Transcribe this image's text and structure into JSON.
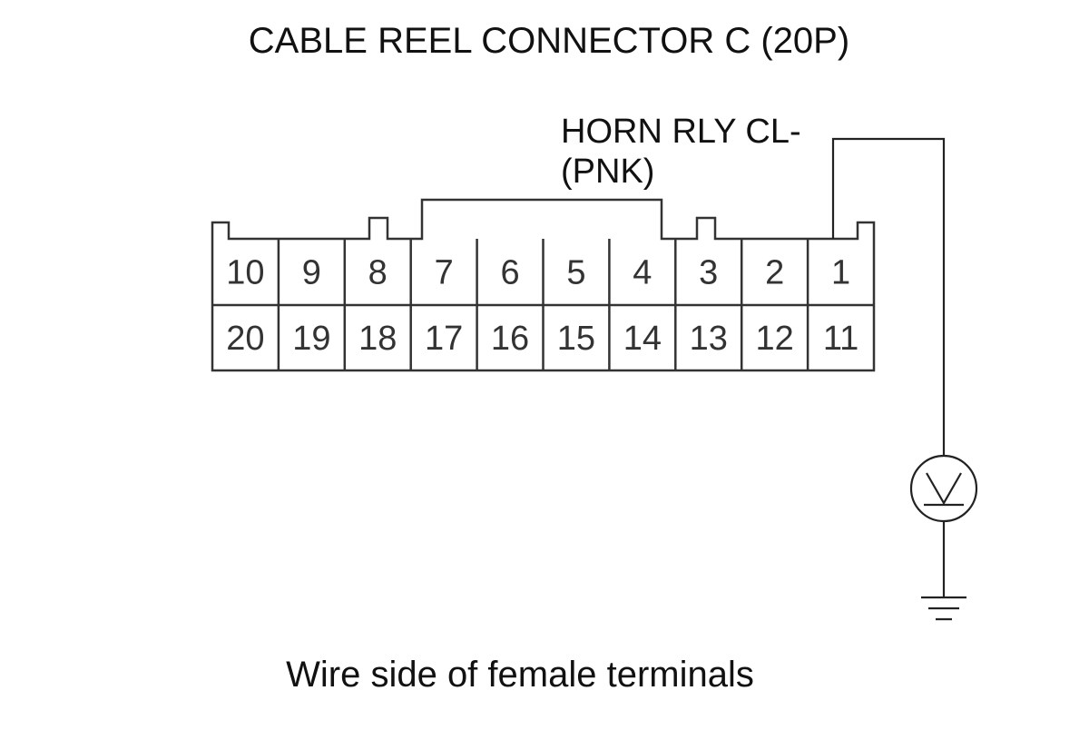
{
  "title": "CABLE REEL CONNECTOR C (20P)",
  "wire_label": {
    "line1": "HORN RLY CL-",
    "line2": "(PNK)"
  },
  "caption": "Wire side of female terminals",
  "connector": {
    "top_row": [
      "10",
      "9",
      "8",
      "7",
      "6",
      "5",
      "4",
      "3",
      "2",
      "1"
    ],
    "bottom_row": [
      "20",
      "19",
      "18",
      "17",
      "16",
      "15",
      "14",
      "13",
      "12",
      "11"
    ]
  },
  "meter": {
    "symbol": "voltmeter-icon",
    "probe_terminal": "1"
  },
  "ground": {
    "symbol": "ground-icon"
  }
}
